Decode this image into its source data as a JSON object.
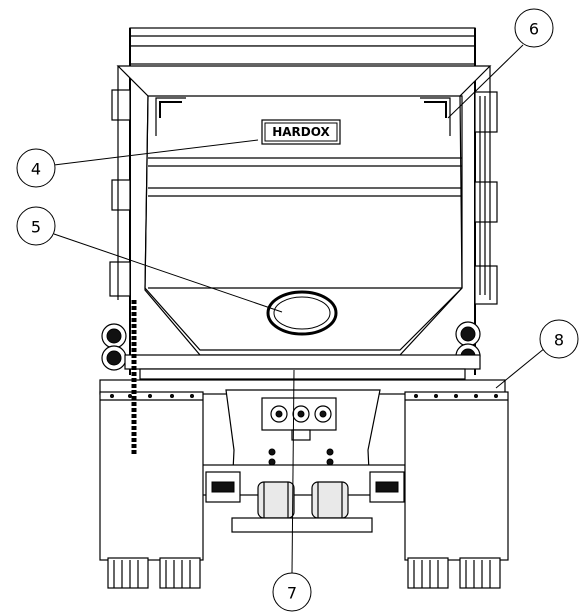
{
  "plate": {
    "label": "HARDOX"
  },
  "callouts": [
    {
      "id": "4",
      "label": "4"
    },
    {
      "id": "5",
      "label": "5"
    },
    {
      "id": "6",
      "label": "6"
    },
    {
      "id": "7",
      "label": "7"
    },
    {
      "id": "8",
      "label": "8"
    }
  ],
  "colors": {
    "line": "#000000",
    "background": "#ffffff"
  }
}
